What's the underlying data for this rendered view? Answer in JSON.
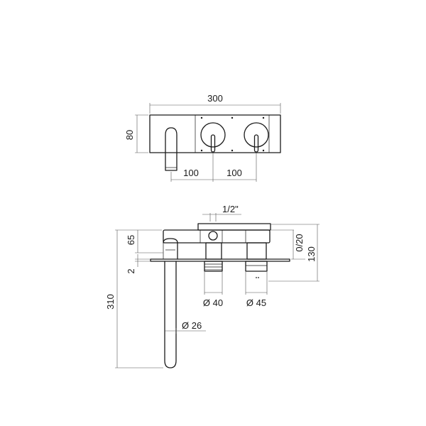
{
  "front_view": {
    "width_label": "300",
    "height_label": "80",
    "spacing_left_label": "100",
    "spacing_right_label": "100"
  },
  "side_view": {
    "thread_label": "1/2\"",
    "depth_label": "65",
    "plate_label": "2",
    "length_label": "310",
    "adjust_label": "0/20",
    "body_label": "130",
    "left_diameter_label": "Ø 40",
    "right_diameter_label": "Ø 45",
    "spout_diameter_label": "Ø 26"
  },
  "colors": {
    "line": "#1a1a1a",
    "dimension": "#555555",
    "background": "#ffffff"
  }
}
